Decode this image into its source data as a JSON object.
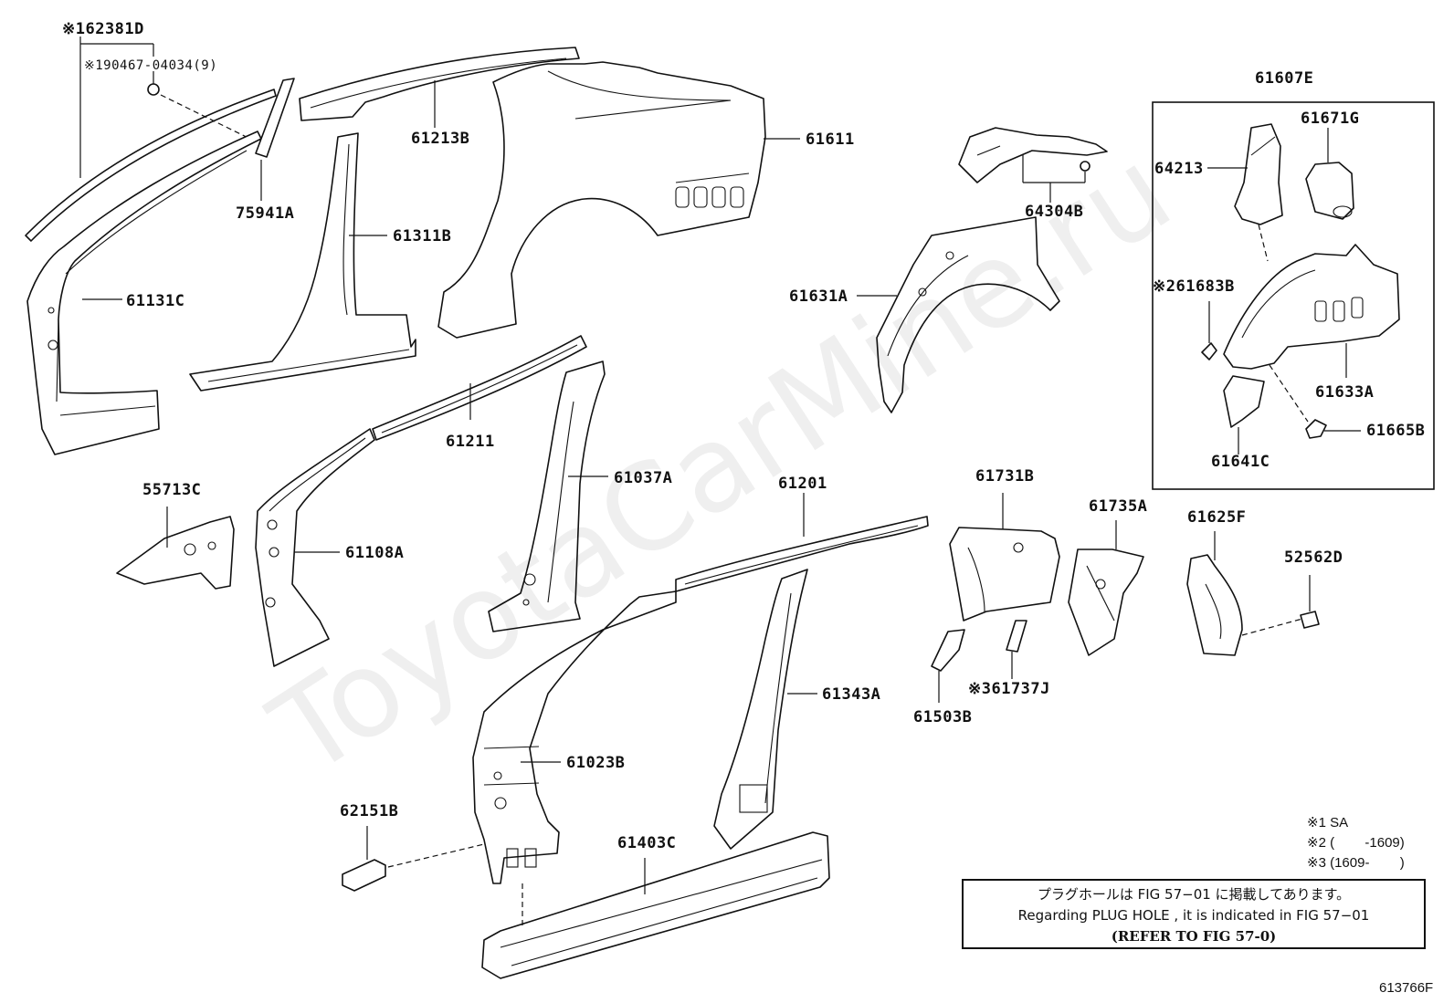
{
  "watermark": "ToyotaCarMine.ru",
  "figure_id": "613766F",
  "labels": [
    {
      "id": "62381D",
      "text": "※162381D"
    },
    {
      "id": "90467-04034",
      "text": "※190467-04034(9)"
    },
    {
      "id": "61213B",
      "text": "61213B"
    },
    {
      "id": "61611",
      "text": "61611"
    },
    {
      "id": "75941A",
      "text": "75941A"
    },
    {
      "id": "61311B",
      "text": "61311B"
    },
    {
      "id": "61131C",
      "text": "61131C"
    },
    {
      "id": "61211",
      "text": "61211"
    },
    {
      "id": "55713C",
      "text": "55713C"
    },
    {
      "id": "61108A",
      "text": "61108A"
    },
    {
      "id": "61037A",
      "text": "61037A"
    },
    {
      "id": "61201",
      "text": "61201"
    },
    {
      "id": "61343A",
      "text": "61343A"
    },
    {
      "id": "61023B",
      "text": "61023B"
    },
    {
      "id": "62151B",
      "text": "62151B"
    },
    {
      "id": "61403C",
      "text": "61403C"
    },
    {
      "id": "64304B",
      "text": "64304B"
    },
    {
      "id": "61631A",
      "text": "61631A"
    },
    {
      "id": "61731B",
      "text": "61731B"
    },
    {
      "id": "61735A",
      "text": "61735A"
    },
    {
      "id": "61625F",
      "text": "61625F"
    },
    {
      "id": "52562D",
      "text": "52562D"
    },
    {
      "id": "61737J",
      "text": "※361737J"
    },
    {
      "id": "61503B",
      "text": "61503B"
    },
    {
      "id": "61607E",
      "text": "61607E"
    },
    {
      "id": "61671G",
      "text": "61671G"
    },
    {
      "id": "64213",
      "text": "64213"
    },
    {
      "id": "61683B",
      "text": "※261683B"
    },
    {
      "id": "61633A",
      "text": "61633A"
    },
    {
      "id": "61665B",
      "text": "61665B"
    },
    {
      "id": "61641C",
      "text": "61641C"
    }
  ],
  "legend": [
    "※1 SA",
    "※2 (        -1609)",
    "※3 (1609-        )"
  ],
  "note": {
    "line1": "プラグホールは FIG 57−01 に掲載してあります。",
    "line2": "Regarding PLUG HOLE , it is indicated in FIG 57−01",
    "line3": "(REFER TO FIG 57-0)"
  }
}
